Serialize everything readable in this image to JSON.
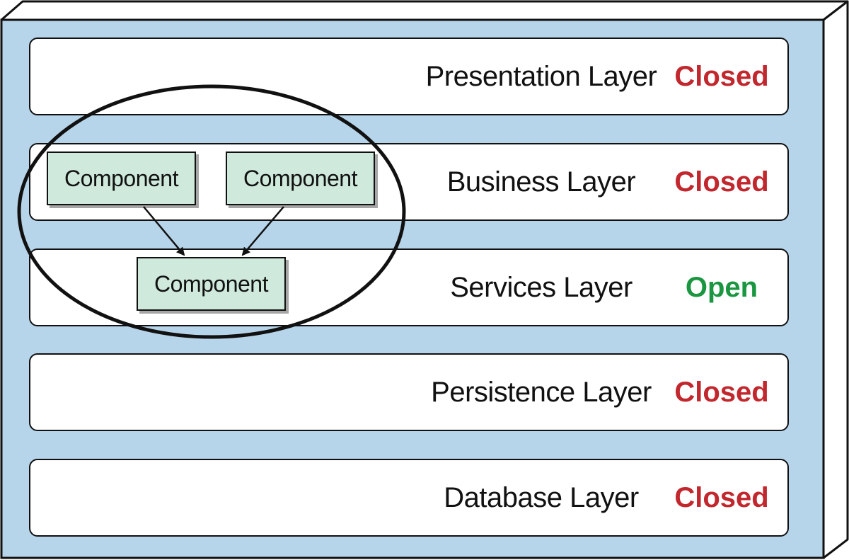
{
  "colors": {
    "container_fill": "#b7d5ea",
    "layer_fill": "#ffffff",
    "component_fill": "#cfe9dc",
    "closed": "#c1272d",
    "open": "#1a9641",
    "stroke": "#111111"
  },
  "layers": [
    {
      "name": "Presentation Layer",
      "status": "Closed"
    },
    {
      "name": "Business Layer",
      "status": "Closed"
    },
    {
      "name": "Services Layer",
      "status": "Open"
    },
    {
      "name": "Persistence Layer",
      "status": "Closed"
    },
    {
      "name": "Database Layer",
      "status": "Closed"
    }
  ],
  "components": [
    {
      "label": "Component"
    },
    {
      "label": "Component"
    },
    {
      "label": "Component"
    }
  ]
}
